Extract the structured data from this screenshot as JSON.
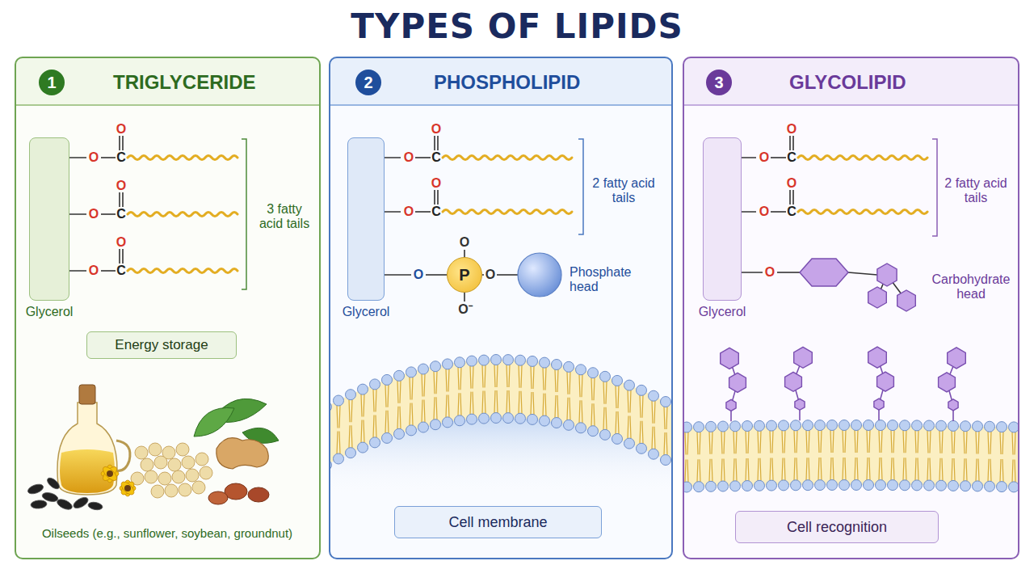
{
  "diagram": {
    "title": "TYPES OF LIPIDS",
    "nodes": [
      {
        "text": [
          "TRIGLYCERIDE"
        ]
      },
      {
        "text": [
          "1"
        ],
        "in": 0
      },
      {
        "text": [
          "Glycerol"
        ],
        "in": 0
      },
      {
        "text": [
          "Energy storage"
        ],
        "in": 0
      },
      {
        "text": [
          "PHOSPHOLIPID"
        ]
      },
      {
        "text": [
          "2"
        ],
        "in": 4
      },
      {
        "text": [
          "Glycerol"
        ],
        "in": 4
      },
      {
        "text": [
          "P"
        ],
        "in": 4
      },
      {
        "text": [
          "Cell membrane"
        ],
        "in": 4
      },
      {
        "text": [
          "GLYCOLIPID"
        ]
      },
      {
        "text": [
          "3"
        ],
        "in": 9
      },
      {
        "text": [
          "Glycerol"
        ],
        "in": 9
      },
      {
        "text": [
          "Cell recognition"
        ],
        "in": 9
      }
    ],
    "labels": [
      "O",
      "O",
      "C",
      "O",
      "O",
      "C",
      "O",
      "O",
      "C",
      "3 fatty acid tails",
      "Oilseeds (e.g., sunflower, soybean, groundnut)",
      "O",
      "O",
      "C",
      "O",
      "O",
      "C",
      "O",
      "O",
      "O",
      "O⁻",
      "2 fatty acid tails",
      "Phosphate head",
      "O",
      "O",
      "C",
      "O",
      "O",
      "C",
      "O",
      "2 fatty acid tails",
      "Carbohydrate head"
    ]
  }
}
